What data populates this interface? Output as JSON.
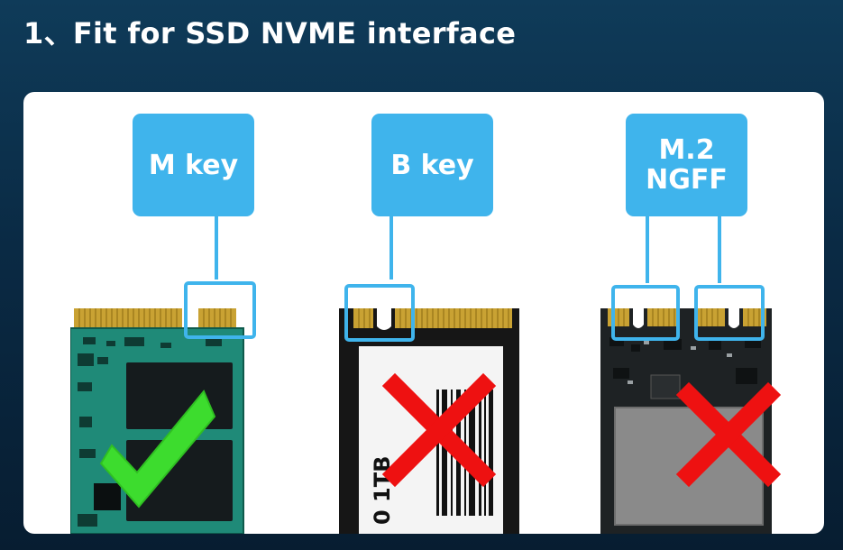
{
  "page": {
    "title": "1、Fit for SSD NVME interface"
  },
  "cards": [
    {
      "label": "M key",
      "compatible": true,
      "status_icon": "checkmark-icon"
    },
    {
      "label": "B key",
      "compatible": false,
      "status_icon": "cross-icon",
      "printed_text": "0 1TB"
    },
    {
      "label": "M.2\nNGFF",
      "compatible": false,
      "status_icon": "cross-icon"
    }
  ],
  "colors": {
    "accent": "#3fb4ec",
    "check": "#3ddc2e",
    "cross": "#ee1111",
    "background": "#0a2a44",
    "panel": "#ffffff"
  }
}
